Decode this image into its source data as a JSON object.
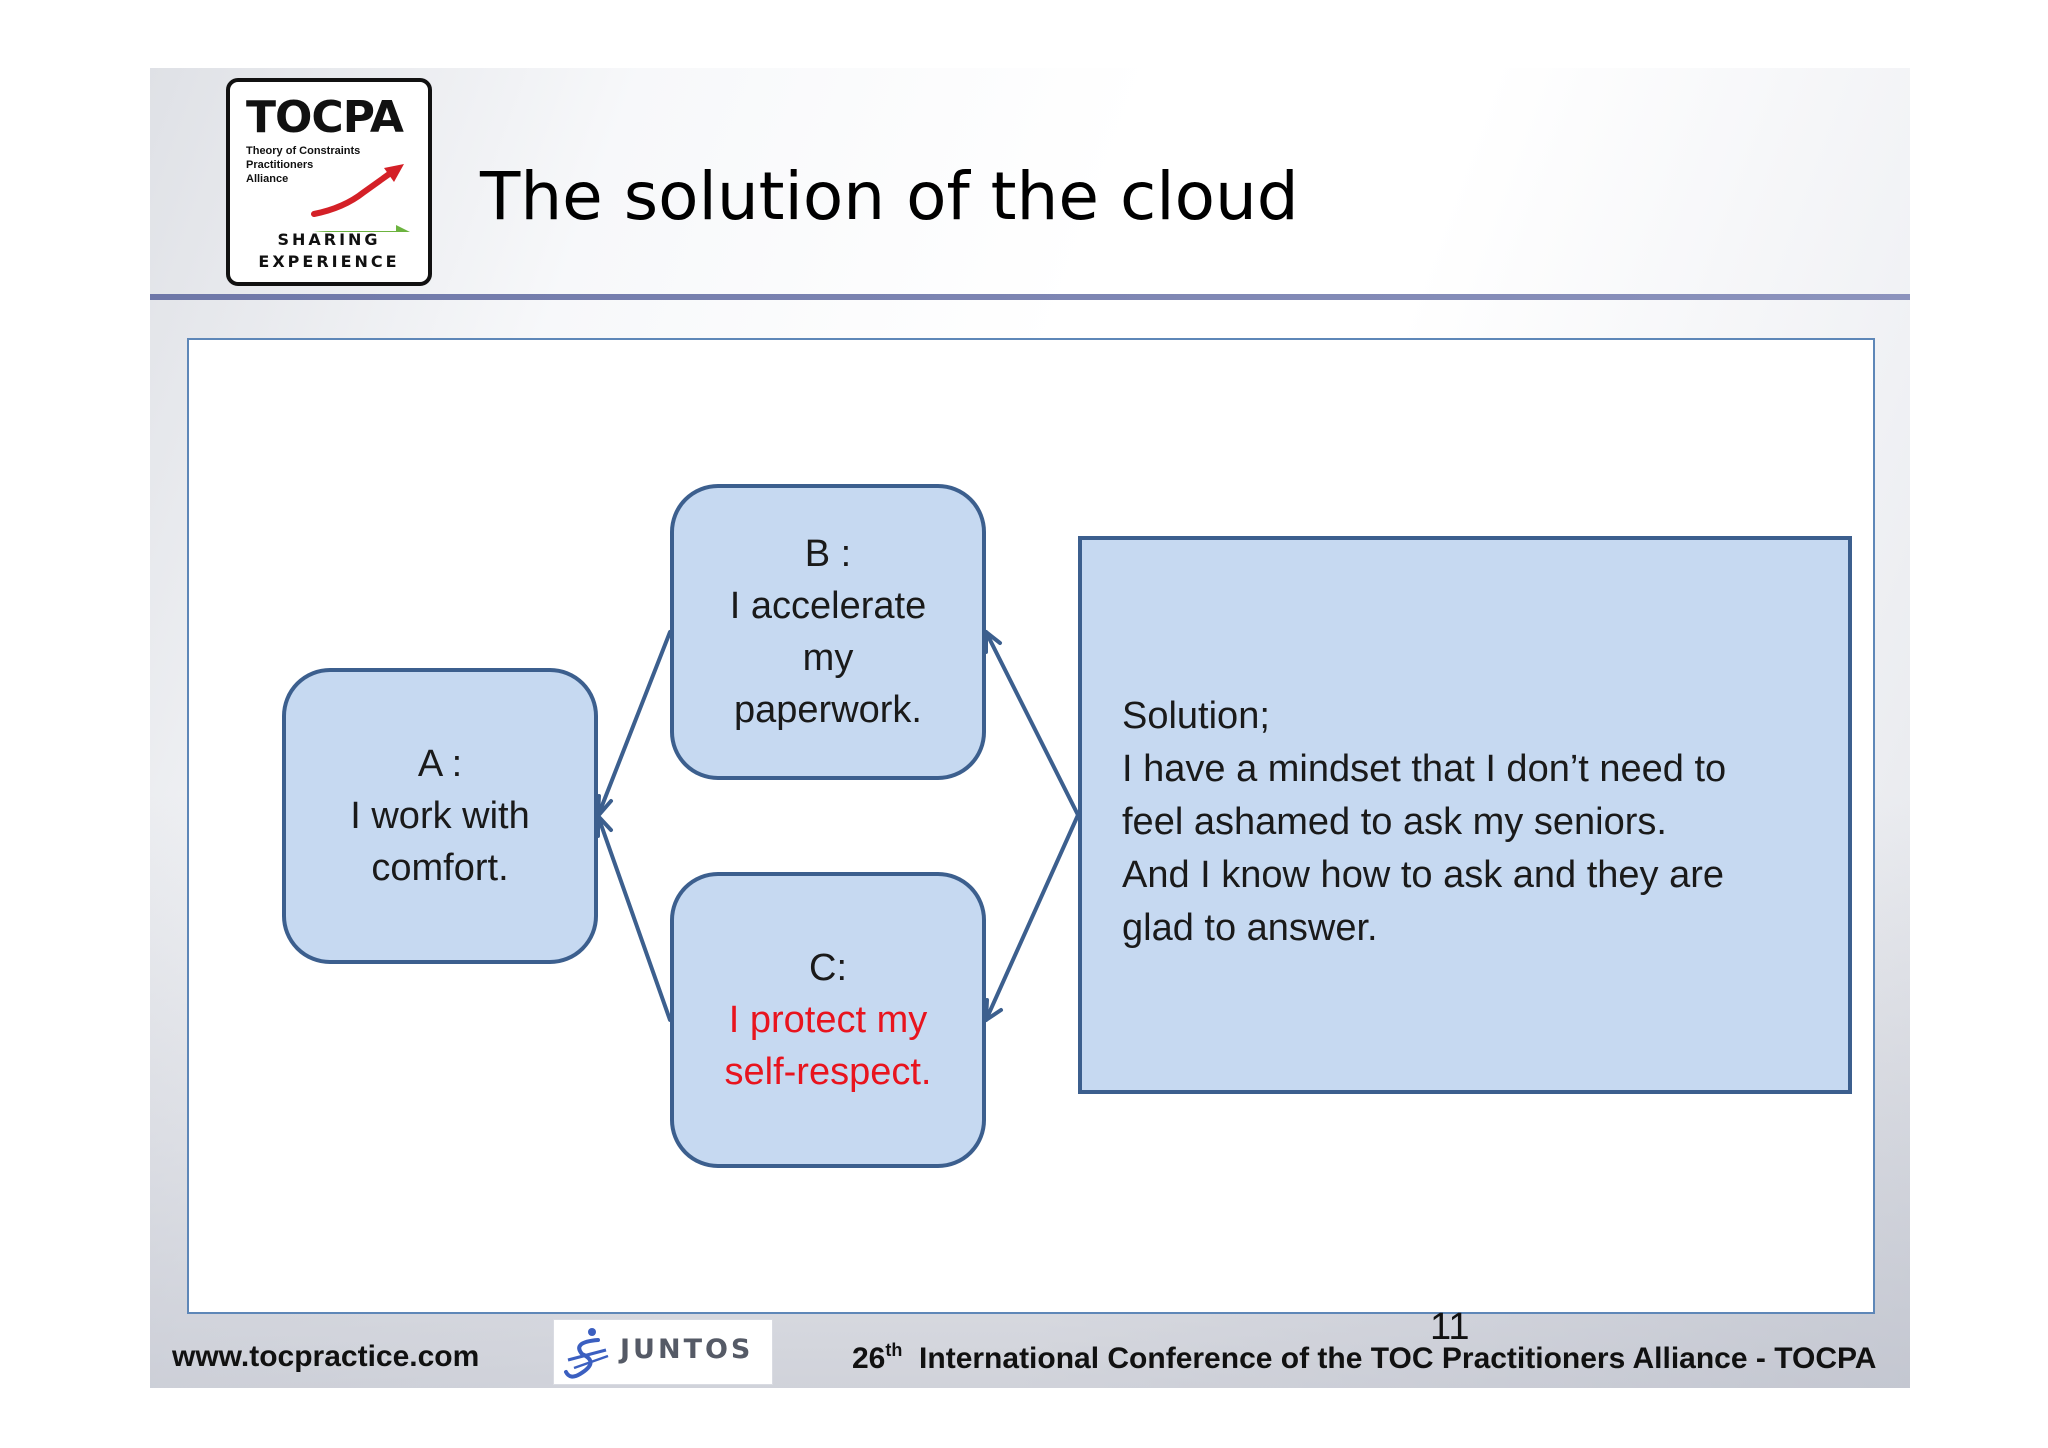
{
  "header": {
    "logo": {
      "title": "TOCPA",
      "subtitle_lines": [
        "Theory of Constraints",
        "Practitioners",
        "Alliance"
      ],
      "tagline_1": "SHARING",
      "tagline_2": "EXPERIENCE",
      "arrow_colors": {
        "upper": "#d42027",
        "lower": "#6cb33f"
      }
    },
    "title": "The solution of the cloud"
  },
  "diagram": {
    "node_a": {
      "label": "A :",
      "text_lines": [
        "I work with",
        "comfort."
      ]
    },
    "node_b": {
      "label": "B :",
      "text_lines": [
        "I accelerate",
        "my",
        "paperwork."
      ]
    },
    "node_c": {
      "label": "C:",
      "text_lines": [
        "I protect my",
        "self-respect."
      ],
      "text_color": "#e8141e"
    },
    "solution": {
      "lines": [
        "Solution;",
        "I have a mindset that I don’t need to",
        "feel ashamed to ask my seniors.",
        "And I know how to ask and they are",
        "glad to answer."
      ]
    },
    "colors": {
      "fill": "#c6d9f1",
      "stroke": "#3c5f8e",
      "frame": "#5e87b8"
    }
  },
  "footer": {
    "slide_number": "11",
    "website": "www.tocpractice.com",
    "sponsor": "JUNTOS",
    "conference_ordinal": "26",
    "conference_suffix": "th",
    "conference_text": "International Conference of the  TOC Practitioners Alliance - TOCPA"
  }
}
